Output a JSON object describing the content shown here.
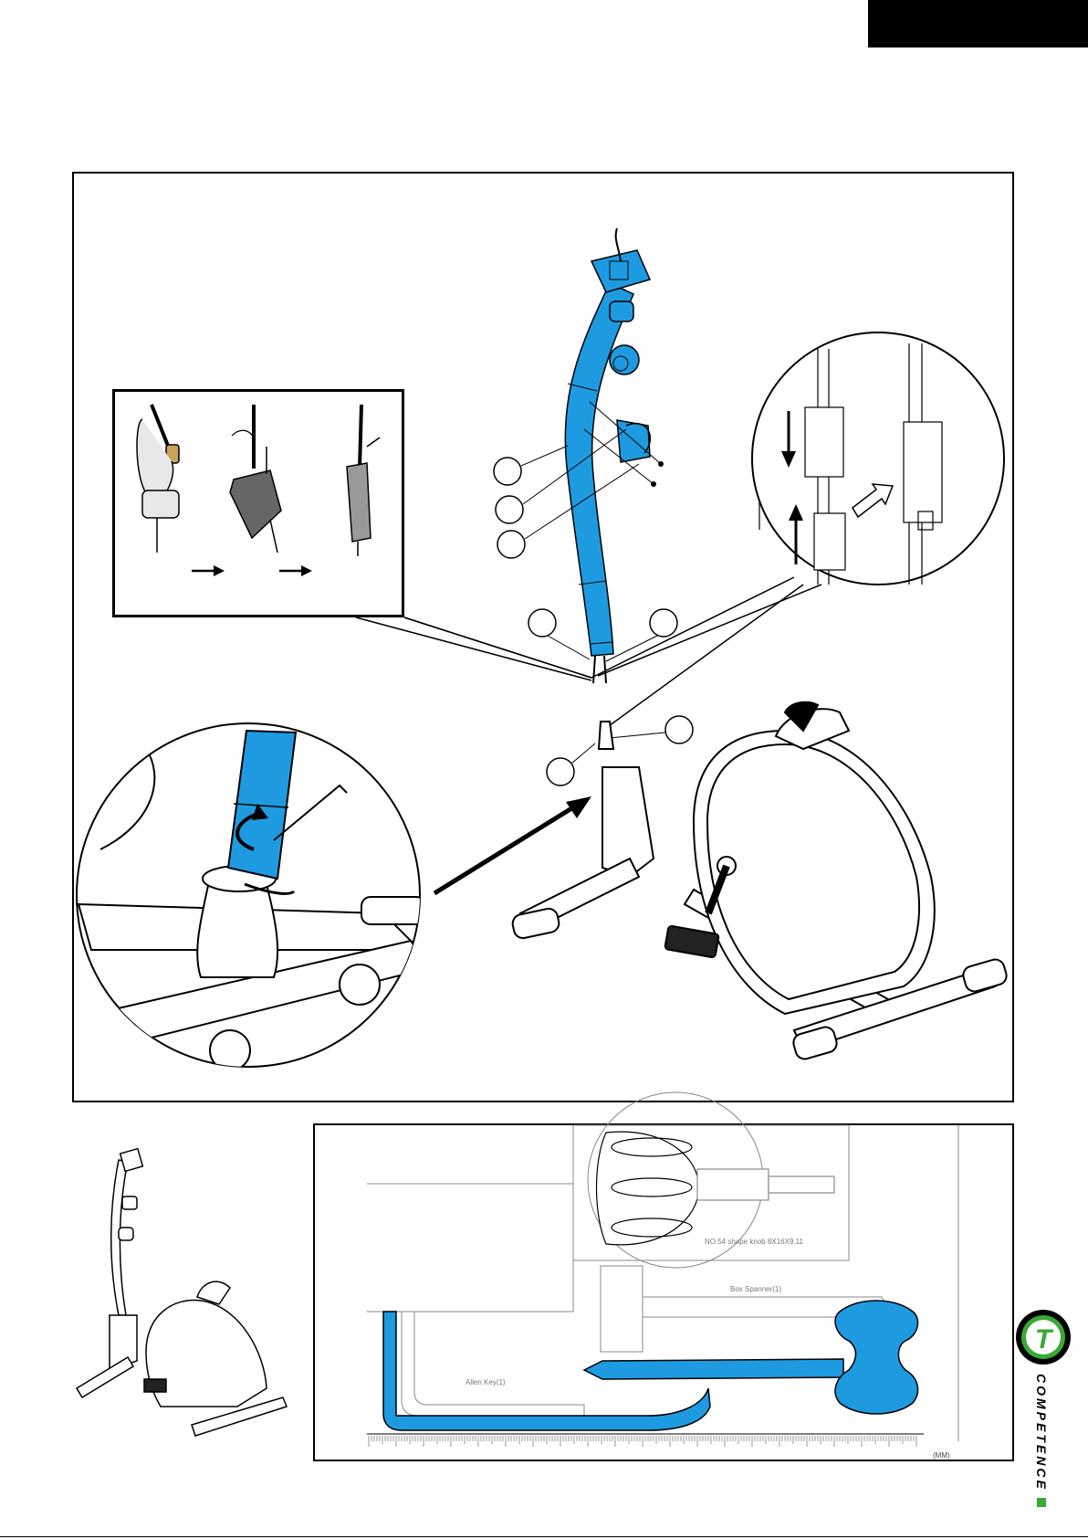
{
  "header": {
    "tab_color": "#000000"
  },
  "colors": {
    "accent_blue": "#1e9be0",
    "brand_green": "#3aa935",
    "line": "#000000"
  },
  "tools": {
    "shape_knob_label": "NO.54  shape knob 8X16X9.11",
    "box_spanner_label": "Box Spanner(1)",
    "allen_key_label": "Allen Key(1)",
    "ruler_unit": "(MM)"
  },
  "brand": {
    "name": "COMPETENCE",
    "logo_letter": "T"
  },
  "footer": {
    "note": ""
  },
  "icons": [
    "arrow-right-icon",
    "arrow-down-icon",
    "arrow-up-icon",
    "rotate-arrow-icon",
    "pointer-arrow-icon"
  ]
}
